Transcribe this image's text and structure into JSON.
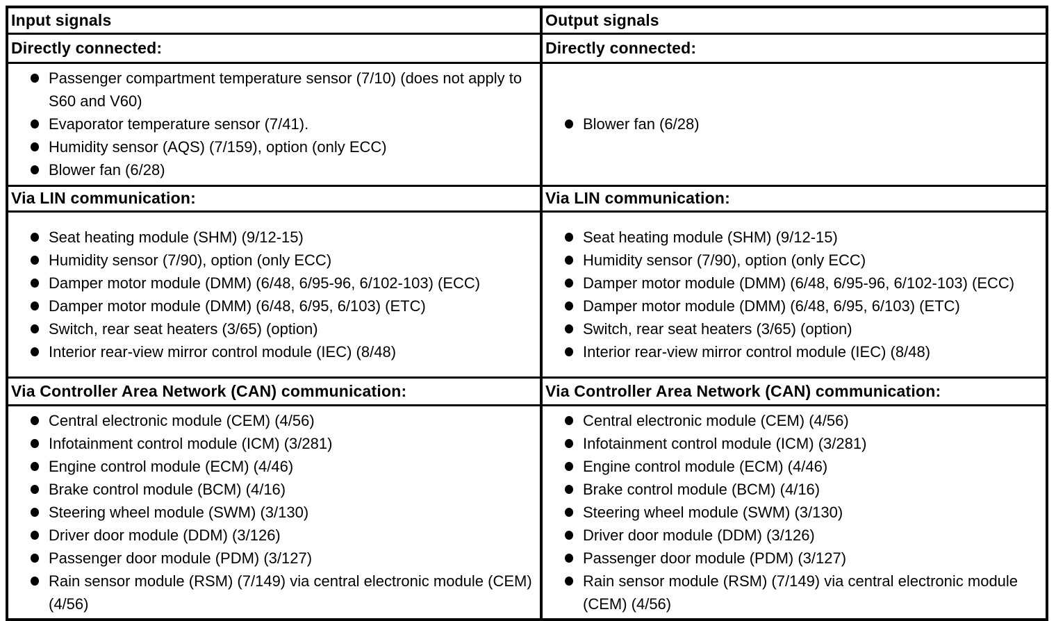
{
  "colors": {
    "background": "#ffffff",
    "border": "#000000",
    "text": "#000000"
  },
  "input": {
    "header": "Input signals",
    "sections": [
      {
        "title": "Directly connected:",
        "items": [
          "Passenger compartment temperature sensor (7/10) (does not apply to S60 and V60)",
          "Evaporator temperature sensor (7/41).",
          "Humidity sensor (AQS) (7/159), option (only ECC)",
          "Blower fan (6/28)"
        ]
      },
      {
        "title": "Via LIN communication:",
        "items": [
          "Seat heating module (SHM) (9/12-15)",
          "Humidity sensor (7/90), option (only ECC)",
          "Damper motor module (DMM) (6/48, 6/95-96, 6/102-103) (ECC)",
          "Damper motor module (DMM) (6/48, 6/95, 6/103) (ETC)",
          "Switch, rear seat heaters (3/65) (option)",
          "Interior rear-view mirror control module (IEC) (8/48)"
        ]
      },
      {
        "title": "Via Controller Area Network (CAN) communication:",
        "items": [
          "Central electronic module (CEM) (4/56)",
          "Infotainment control module (ICM) (3/281)",
          "Engine control module (ECM) (4/46)",
          "Brake control module (BCM) (4/16)",
          "Steering wheel module (SWM) (3/130)",
          "Driver door module (DDM) (3/126)",
          "Passenger door module (PDM) (3/127)",
          "Rain sensor module (RSM) (7/149) via central electronic module (CEM) (4/56)"
        ]
      }
    ]
  },
  "output": {
    "header": "Output signals",
    "sections": [
      {
        "title": "Directly connected:",
        "items": [
          "Blower fan (6/28)"
        ]
      },
      {
        "title": "Via LIN communication:",
        "items": [
          "Seat heating module (SHM) (9/12-15)",
          "Humidity sensor (7/90), option (only ECC)",
          "Damper motor module (DMM) (6/48, 6/95-96, 6/102-103) (ECC)",
          "Damper motor module (DMM) (6/48, 6/95, 6/103) (ETC)",
          "Switch, rear seat heaters (3/65) (option)",
          "Interior rear-view mirror control module (IEC) (8/48)"
        ]
      },
      {
        "title": "Via Controller Area Network (CAN) communication:",
        "items": [
          "Central electronic module (CEM) (4/56)",
          "Infotainment control module (ICM) (3/281)",
          "Engine control module (ECM) (4/46)",
          "Brake control module (BCM) (4/16)",
          "Steering wheel module (SWM) (3/130)",
          "Driver door module (DDM) (3/126)",
          "Passenger door module (PDM) (3/127)",
          "Rain sensor module (RSM) (7/149) via central electronic module (CEM) (4/56)"
        ]
      }
    ]
  }
}
